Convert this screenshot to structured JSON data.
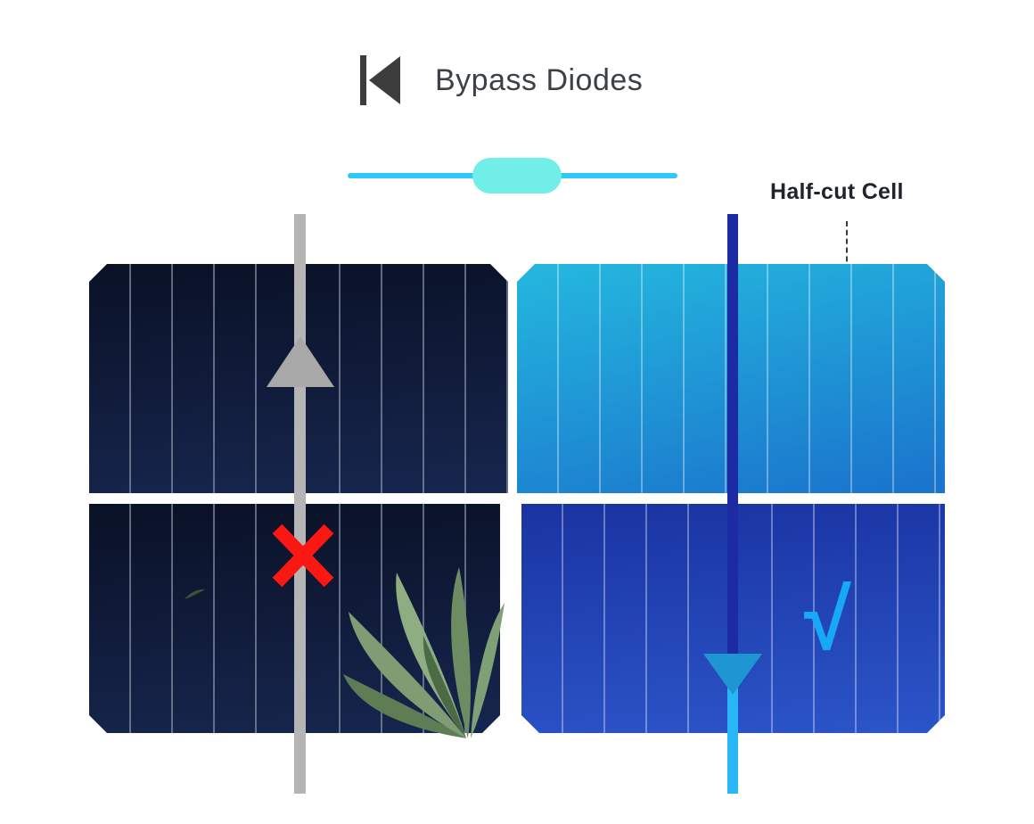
{
  "header": {
    "title": "Bypass Diodes"
  },
  "annotations": {
    "half_cut_cell": "Half-cut Cell",
    "check_mark": "√"
  },
  "icons": {
    "diode_symbol": "diode-icon",
    "diode_component": "diode-pill-on-wire",
    "up_arrow": "gray-up-arrow-icon",
    "down_arrow": "blue-down-arrow-icon",
    "fail_mark": "red-x-icon",
    "plant": "plant-leaves",
    "pointer": "dashed-pointer-line"
  },
  "colors": {
    "text-dark": "#3c4148",
    "label-dark": "#1f242c",
    "accent-cyan": "#2ec8ff",
    "pill-aqua": "#72eee8",
    "panel-dark-top": "#0a1126",
    "panel-dark-bottom": "#17264f",
    "panel-dark-line": "rgba(165,175,192,0.55)",
    "panel-cyan-top": "#24b8de",
    "panel-cyan-bottom": "#1a72cc",
    "panel-blue-top": "#1a33a2",
    "panel-blue-bottom": "#2b55c8",
    "panel-light-line": "rgba(255,255,255,0.35)",
    "gray-line": "#b5b5b5",
    "gray-arrow": "#a8a8a8",
    "navy-line": "#1c2ba4",
    "bright-line": "#29b6f6",
    "down-arrow": "#1e96d4",
    "red-x": "#fb1812",
    "check-blue": "#18a8f8"
  }
}
